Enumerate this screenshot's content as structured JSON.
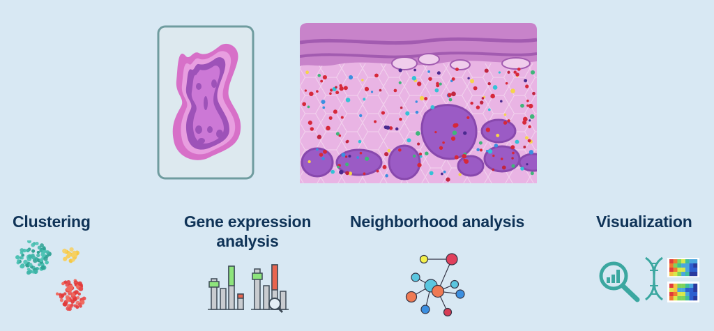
{
  "illustrations": {
    "single_cell_slide": "single-cell-slide",
    "tissue_section": "tissue-section"
  },
  "features": [
    {
      "id": "clustering",
      "label": "Clustering",
      "icon": "cluster-dots-icon"
    },
    {
      "id": "gene-expression",
      "label_line1": "Gene expression",
      "label_line2": "analysis",
      "icon": "bar-chart-magnifier-icon"
    },
    {
      "id": "neighborhood",
      "label": "Neighborhood analysis",
      "icon": "network-graph-icon"
    },
    {
      "id": "visualization",
      "label": "Visualization",
      "icon": "magnifier-dna-heatmap-icon"
    }
  ],
  "colors": {
    "background": "#d8e8f3",
    "label": "#0f3357",
    "teal": "#3fb5a8",
    "yellow": "#f5c842",
    "red": "#e84c4c",
    "tissue_pink": "#e3a8e0",
    "tissue_purple": "#a45bb5"
  }
}
